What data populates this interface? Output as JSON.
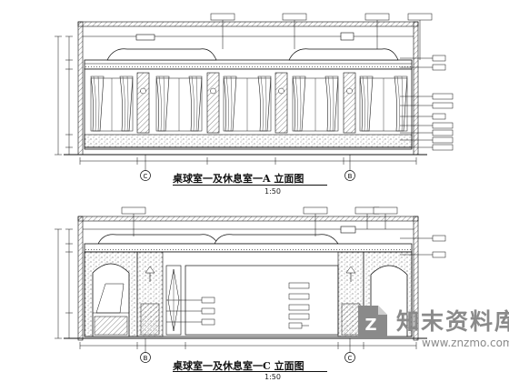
{
  "captions": {
    "top": "桌球室一及休息室一A 立面图",
    "bottom": "桌球室一及休息室一C 立面图",
    "top_scale": "1:50",
    "bottom_scale": "1:50"
  },
  "grid_markers": {
    "top": [
      "C",
      "B"
    ],
    "bottom": [
      "B",
      "C"
    ]
  },
  "watermark": {
    "text": "知末资料库",
    "url": "www.znzmo.com"
  },
  "colors": {
    "ink": "#111111",
    "hatch": "#555555",
    "watermark": "#8a8a8a"
  }
}
